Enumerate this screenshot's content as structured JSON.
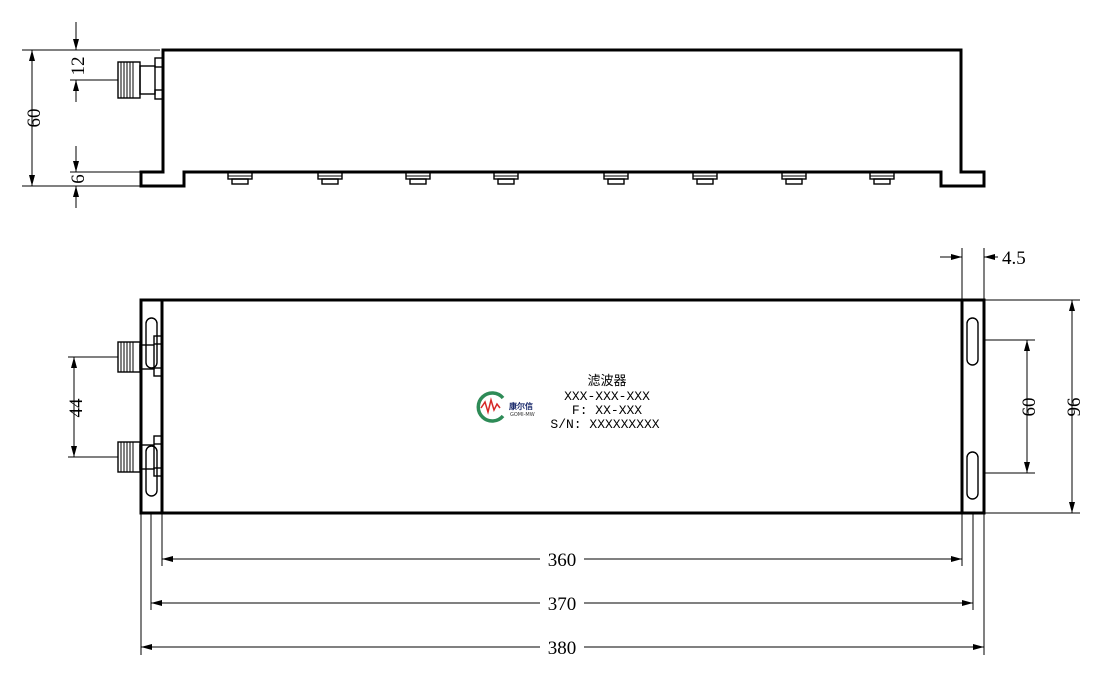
{
  "dimensions": {
    "side_height": "60",
    "side_connector_offset": "12",
    "side_flange": "6",
    "top_mount_thickness": "4.5",
    "top_slot_spacing": "60",
    "top_width": "96",
    "top_port_spacing": "44",
    "length_body": "360",
    "length_slots": "370",
    "length_overall": "380"
  },
  "label": {
    "name": "滤波器",
    "model": "XXX-XXX-XXX",
    "frequency": "F: XX-XXX",
    "serial": "S/N: XXXXXXXXX"
  },
  "logo": {
    "brand_cn": "康尔信",
    "brand_en": "GOMI-MW",
    "colors": {
      "ring": "#2e8b57",
      "wave": "#d62828",
      "text": "#1a2a6c"
    }
  }
}
